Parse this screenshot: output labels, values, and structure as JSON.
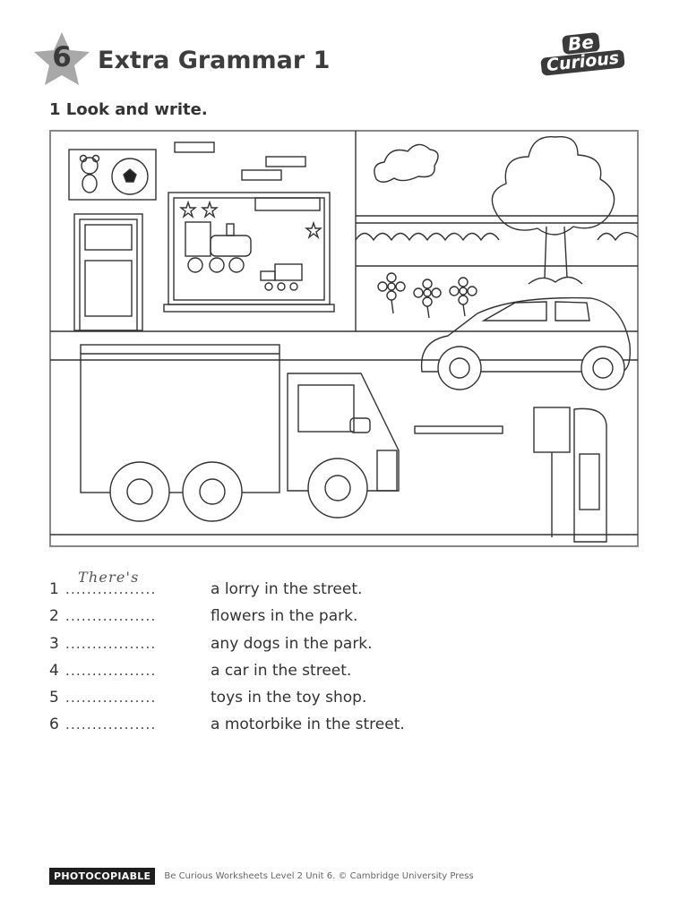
{
  "header": {
    "unit_number": "6",
    "title": "Extra Grammar 1",
    "logo_line1": "Be",
    "logo_line2": "Curious"
  },
  "exercise": {
    "heading": "1 Look and write.",
    "picture_icons": [
      "teddy-bear-icon",
      "football-icon",
      "toy-train-icon",
      "lorry-icon",
      "car-icon",
      "tree-icon",
      "flower-icon",
      "cloud-icon",
      "star-icon",
      "bus-stop-icon"
    ],
    "blank": ".................",
    "sentences": [
      {
        "number": "1",
        "answer": "There's",
        "text": "a lorry in the street."
      },
      {
        "number": "2",
        "answer": "",
        "text": "flowers in the park."
      },
      {
        "number": "3",
        "answer": "",
        "text": "any dogs in the park."
      },
      {
        "number": "4",
        "answer": "",
        "text": "a car in the street."
      },
      {
        "number": "5",
        "answer": "",
        "text": "toys in the toy shop."
      },
      {
        "number": "6",
        "answer": "",
        "text": "a motorbike in the street."
      }
    ]
  },
  "footer": {
    "badge": "PHOTOCOPIABLE",
    "credit": "Be Curious Worksheets Level 2 Unit 6. © Cambridge University Press"
  },
  "colors": {
    "ink": "#3a3a3a",
    "star": "#a8a8a8",
    "scene_border": "#888888"
  }
}
